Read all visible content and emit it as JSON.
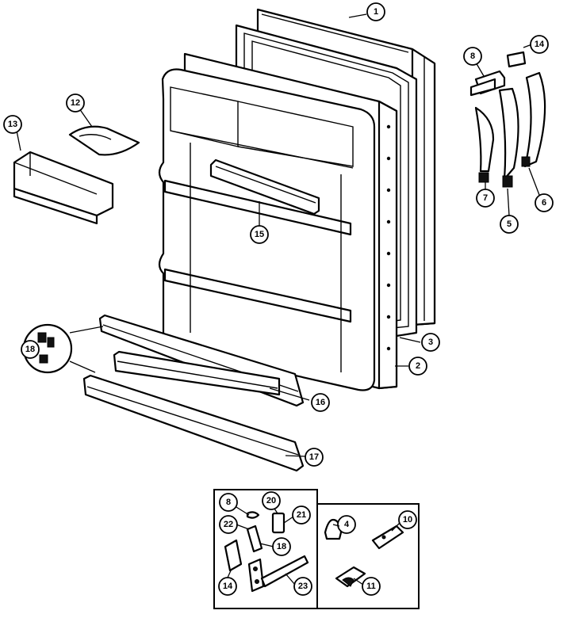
{
  "callouts": [
    {
      "id": "c1",
      "label": "1"
    },
    {
      "id": "c2",
      "label": "2"
    },
    {
      "id": "c3",
      "label": "3"
    },
    {
      "id": "c4",
      "label": "4"
    },
    {
      "id": "c5",
      "label": "5"
    },
    {
      "id": "c6",
      "label": "6"
    },
    {
      "id": "c7",
      "label": "7"
    },
    {
      "id": "c8",
      "label": "8"
    },
    {
      "id": "c8b",
      "label": "8"
    },
    {
      "id": "c10",
      "label": "10"
    },
    {
      "id": "c11",
      "label": "11"
    },
    {
      "id": "c12",
      "label": "12"
    },
    {
      "id": "c13",
      "label": "13"
    },
    {
      "id": "c14",
      "label": "14"
    },
    {
      "id": "c14b",
      "label": "14"
    },
    {
      "id": "c15",
      "label": "15"
    },
    {
      "id": "c16",
      "label": "16"
    },
    {
      "id": "c17",
      "label": "17"
    },
    {
      "id": "c18",
      "label": "18"
    },
    {
      "id": "c18b",
      "label": "18"
    },
    {
      "id": "c20",
      "label": "20"
    },
    {
      "id": "c21",
      "label": "21"
    },
    {
      "id": "c22",
      "label": "22"
    },
    {
      "id": "c23",
      "label": "23"
    }
  ]
}
